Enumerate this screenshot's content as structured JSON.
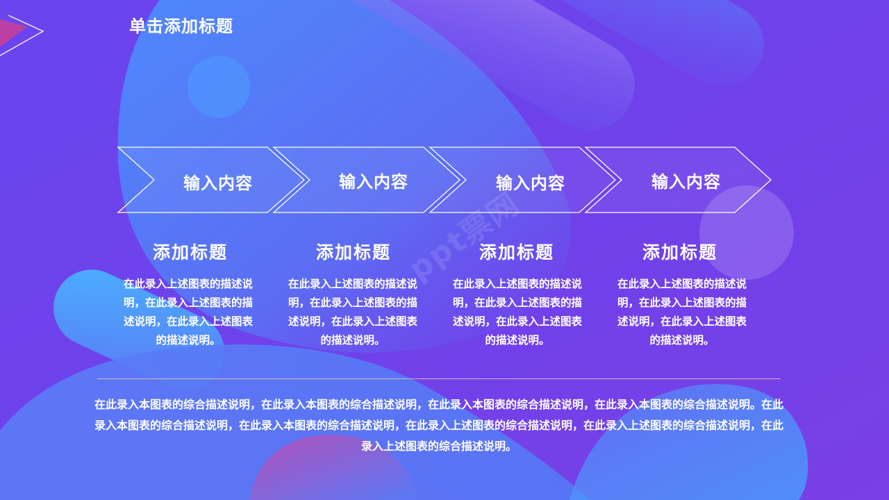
{
  "slide": {
    "title": "单击添加标题"
  },
  "process": {
    "steps": [
      {
        "label": "输入内容"
      },
      {
        "label": "输入内容"
      },
      {
        "label": "输入内容"
      },
      {
        "label": "输入内容"
      }
    ]
  },
  "columns": [
    {
      "title": "添加标题",
      "text": "在此录入上述图表的描述说明，在此录入上述图表的描述说明，在此录入上述图表的描述说明。"
    },
    {
      "title": "添加标题",
      "text": "在此录入上述图表的描述说明，在此录入上述图表的描述说明，在此录入上述图表的描述说明。"
    },
    {
      "title": "添加标题",
      "text": "在此录入上述图表的描述说明，在此录入上述图表的描述说明，在此录入上述图表的描述说明。"
    },
    {
      "title": "添加标题",
      "text": "在此录入上述图表的描述说明，在此录入上述图表的描述说明，在此录入上述图表的描述说明。"
    }
  ],
  "summary": {
    "text": "在此录入本图表的综合描述说明，在此录入本图表的综合描述说明，在此录入本图表的综合描述说明，在此录入本图表的综合描述说明。在此录入本图表的综合描述说明，在此录入本图表的综合描述说明，在此录入上述图表的综合描述说明，在此录入上述图表的综合描述说明，在此录入上述图表的综合描述说明。"
  },
  "watermark": {
    "text": "ppt票网"
  },
  "colors": {
    "background": "#6f43ea",
    "blob_blue": "#4f86ff",
    "blob_cyan": "#45b2ff",
    "accent_pink": "#c53f9a"
  }
}
